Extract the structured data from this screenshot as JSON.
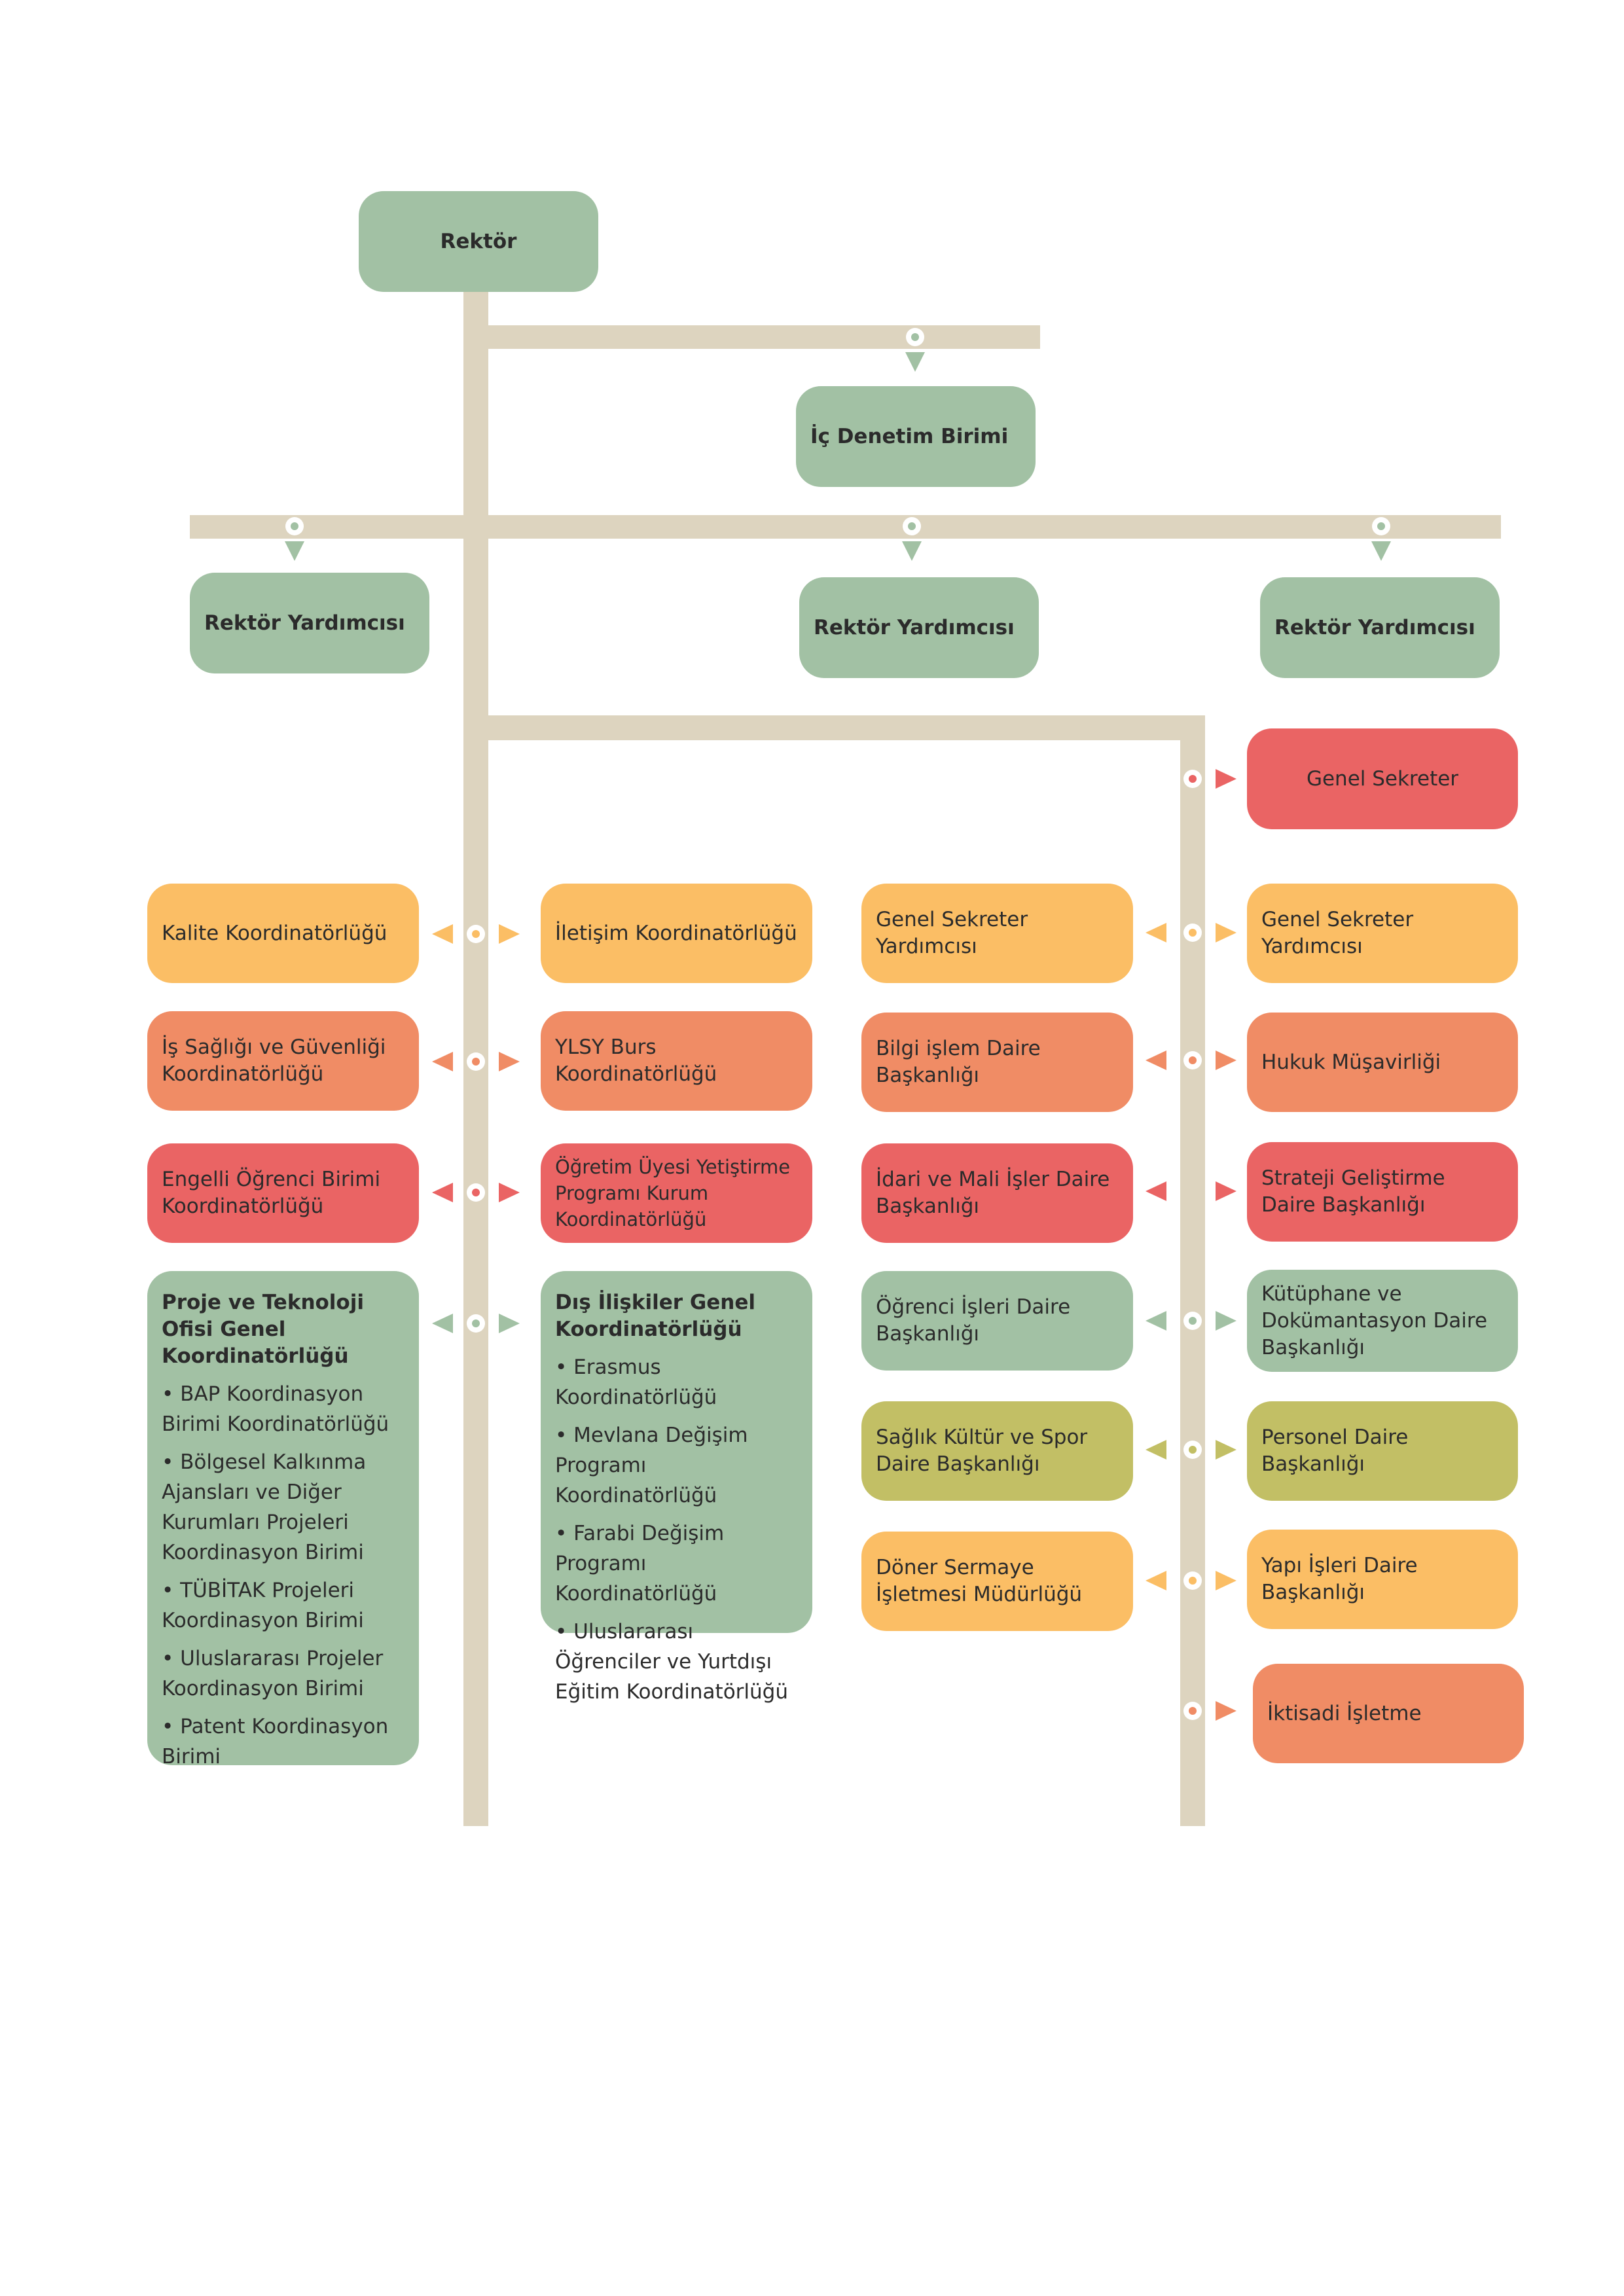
{
  "colors": {
    "connector": "#ddd4bf",
    "green": "#a2c1a4",
    "red": "#ea6464",
    "orange": "#f08c65",
    "yellow": "#fbbe65",
    "olive": "#c2bf65"
  },
  "top": {
    "rektor": "Rektör",
    "ic_denetim": "İç Denetim Birimi",
    "rektor_yardimcisi_1": "Rektör Yardımcısı",
    "rektor_yardimcisi_2": "Rektör Yardımcısı",
    "rektor_yardimcisi_3": "Rektör Yardımcısı",
    "genel_sekreter": "Genel Sekreter"
  },
  "left_column": {
    "kalite": "Kalite Koordinatörlüğü",
    "is_sagligi": "İş Sağlığı ve Güvenliği Koordinatörlüğü",
    "engelli": "Engelli Öğrenci  Birimi Koordinatörlüğü",
    "proje": {
      "title": "Proje ve Teknoloji Ofisi Genel Koordinatörlüğü",
      "items": [
        "• BAP Koordinasyon Birimi Koordinatörlüğü",
        "• Bölgesel Kalkınma Ajansları ve Diğer Kurumları Projeleri Koordinasyon Birimi",
        "• TÜBİTAK Projeleri Koordinasyon Birimi",
        "• Uluslararası Projeler Koordinasyon Birimi",
        "• Patent Koordinasyon Birimi"
      ]
    }
  },
  "center_column": {
    "iletisim": "İletişim Koordinatörlüğü",
    "ylsy": "YLSY Burs Koordinatörlüğü",
    "ogretim_uyesi": "Öğretim Üyesi Yetiştirme Programı Kurum Koordinatörlüğü",
    "dis_iliskiler": {
      "title": "Dış İlişkiler Genel Koordinatörlüğü",
      "items": [
        "• Erasmus Koordinatörlüğü",
        "• Mevlana Değişim Programı Koordinatörlüğü",
        "• Farabi Değişim Programı Koordinatörlüğü",
        "• Uluslararası Öğrenciler ve Yurtdışı Eğitim Koordinatörlüğü"
      ]
    }
  },
  "right_inner_column": {
    "gs_yardimcisi": "Genel Sekreter Yardımcısı",
    "bilgi_islem": "Bilgi işlem Daire Başkanlığı",
    "idari_mali": "İdari ve Mali İşler Daire Başkanlığı",
    "ogrenci_isleri": "Öğrenci İşleri Daire Başkanlığı",
    "saglik_kultur": "Sağlık Kültür ve Spor Daire Başkanlığı",
    "doner_sermaye": "Döner Sermaye İşletmesi Müdürlüğü"
  },
  "right_outer_column": {
    "gs_yardimcisi": "Genel Sekreter Yardımcısı",
    "hukuk": "Hukuk Müşavirliği",
    "strateji": "Strateji Geliştirme Daire Başkanlığı",
    "kutuphane": "Kütüphane ve Dokümantasyon Daire Başkanlığı",
    "personel": "Personel Daire Başkanlığı",
    "yapi_isleri": "Yapı İşleri Daire Başkanlığı",
    "iktisadi": "İktisadi İşletme"
  }
}
